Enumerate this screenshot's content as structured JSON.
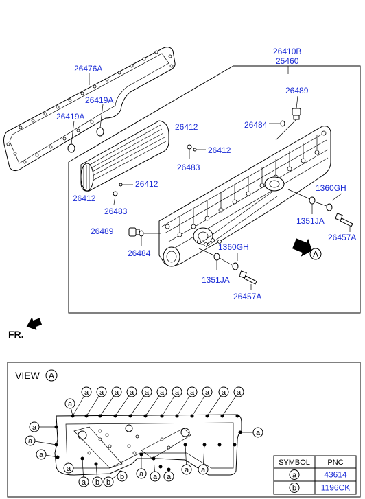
{
  "part_labels": {
    "assembly_top": "26410B",
    "assembly_bottom": "25460",
    "gasket_main": "26476A",
    "gasket_small_upper": "26419A",
    "gasket_small_lower": "26419A",
    "plug_top": "26489",
    "gasket_plug_top": "26484",
    "oring_upper_a": "26412",
    "oring_upper_b": "26412",
    "oring_upper_c": "26483",
    "oring_lower_a": "26412",
    "oring_lower_b": "26412",
    "oring_lower_c": "26483",
    "plug_left": "26489",
    "gasket_plug_left": "26484",
    "oring_right": "1360GH",
    "oring_mid": "1360GH",
    "seal_right": "1351JA",
    "seal_mid": "1351JA",
    "bolt_right": "26457A",
    "bolt_mid": "26457A",
    "view_marker": "A"
  },
  "front_indicator": "FR.",
  "view": {
    "title": "VIEW",
    "marker": "A",
    "top_callouts": [
      "a",
      "a",
      "a",
      "a",
      "a",
      "a",
      "a",
      "a",
      "a",
      "a",
      "a",
      "a"
    ],
    "left_callouts": [
      "a",
      "a",
      "a"
    ],
    "right_callout": "a",
    "bottom_callouts": [
      "a",
      "a",
      "b",
      "b",
      "b",
      "a",
      "a",
      "a",
      "a",
      "a"
    ]
  },
  "symbol_table": {
    "headers": [
      "SYMBOL",
      "PNC"
    ],
    "rows": [
      {
        "symbol": "a",
        "pnc": "43614"
      },
      {
        "symbol": "b",
        "pnc": "1196CK"
      }
    ]
  }
}
